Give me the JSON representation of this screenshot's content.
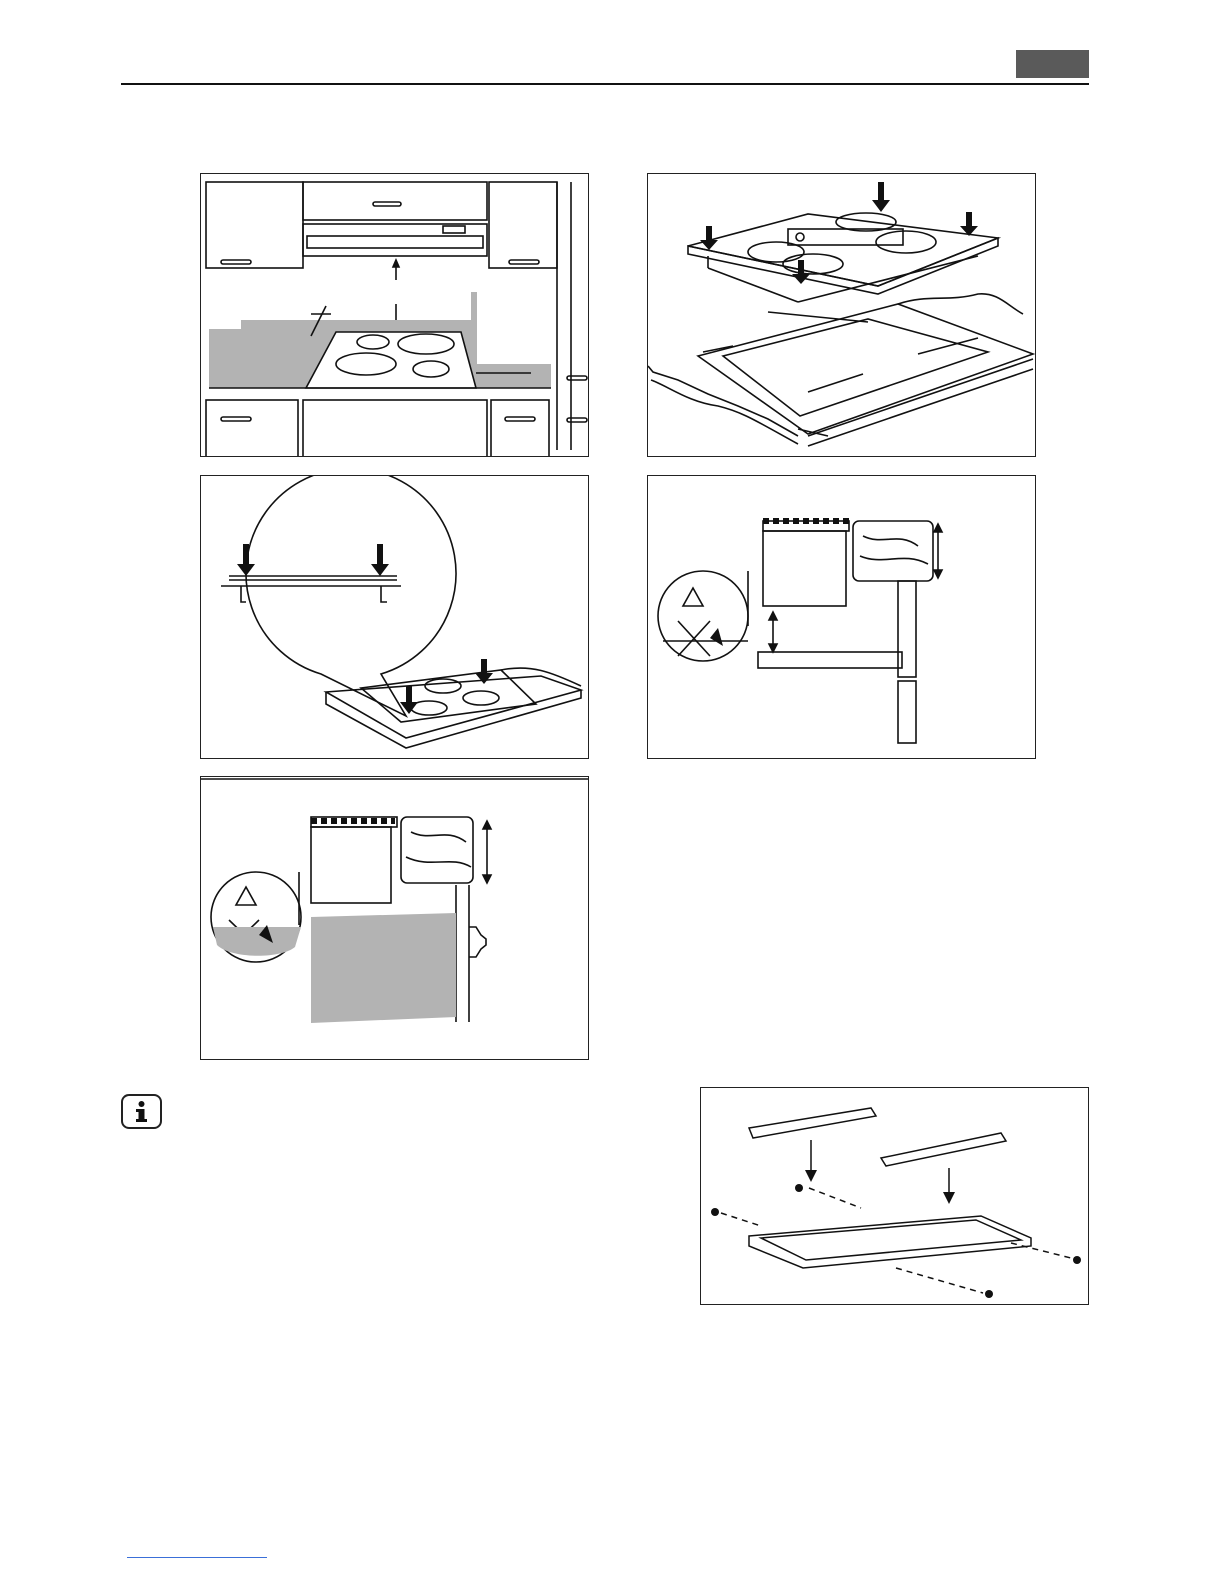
{
  "header": {
    "language_tab": "",
    "icon": "language-tab"
  },
  "figures": [
    {
      "name": "kitchen-installation",
      "icon": "kitchen-layout-illustration"
    },
    {
      "name": "cutout-dimensions",
      "icon": "hob-cutout-illustration"
    },
    {
      "name": "seal-detail",
      "icon": "seal-magnifier-illustration"
    },
    {
      "name": "drawer-gap-warning",
      "icon": "drawer-clearance-illustration"
    },
    {
      "name": "oven-gap-warning",
      "icon": "oven-clearance-illustration"
    },
    {
      "name": "bracket-assembly",
      "icon": "bracket-assembly-illustration"
    }
  ],
  "info": {
    "icon": "info-icon"
  },
  "colors": {
    "ink": "#111111",
    "shade": "#b3b3b3",
    "tab": "#5a5a5a",
    "footer_link": "#3a6fd8"
  }
}
